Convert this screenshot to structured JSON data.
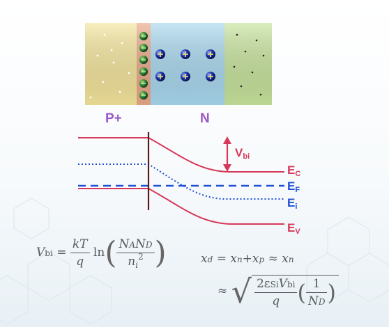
{
  "regions": {
    "p_label": "P+",
    "n_label": "N"
  },
  "colors": {
    "p_region": "#f4e59b",
    "depletion_p": "#e9a888",
    "depletion_n": "#a9d8ef",
    "n_region": "#c7e39c",
    "label": "#9b57c7",
    "band": "#d6385a",
    "fermi": "#1f4fd6",
    "intrinsic": "#1f4fd6",
    "vbi": "#d6385a"
  },
  "band_labels": {
    "ec": "E",
    "ec_sub": "C",
    "ef": "E",
    "ef_sub": "F",
    "ei": "E",
    "ei_sub": "i",
    "ev": "E",
    "ev_sub": "V"
  },
  "vbi_label": {
    "main": "V",
    "sub": "bi"
  },
  "equations": {
    "vbi_lhs": "V",
    "vbi_lhs_sub": "bi",
    "equals": "=",
    "kt": "kT",
    "q": "q",
    "ln": "ln",
    "na": "N",
    "na_sub": "A",
    "nd": "N",
    "nd_sub": "D",
    "ni": "n",
    "ni_sub": "i",
    "ni_sup": "2",
    "xd_line": "x",
    "xd_sub": "d",
    "xd_rest": "= x",
    "xn_sub": "n",
    "plus_xp": "+x",
    "xp_sub": "p",
    "approx_xn": "≈ x",
    "xn2_sub": "n",
    "approx": "≈",
    "two_eps": "2ε",
    "eps_sub": "Si",
    "vbi2": "V",
    "vbi2_sub": "bi",
    "q2": "q",
    "one": "1",
    "nd2": "N",
    "nd2_sub": "D"
  }
}
